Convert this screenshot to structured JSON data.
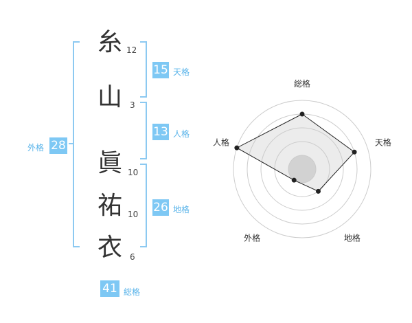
{
  "characters": [
    {
      "char": "糸",
      "strokes": "12"
    },
    {
      "char": "山",
      "strokes": "3"
    },
    {
      "char": "眞",
      "strokes": "10"
    },
    {
      "char": "祐",
      "strokes": "10"
    },
    {
      "char": "衣",
      "strokes": "6"
    }
  ],
  "fortunes": {
    "tenkaku": {
      "value": "15",
      "label": "天格"
    },
    "jinkaku": {
      "value": "13",
      "label": "人格"
    },
    "chikaku": {
      "value": "26",
      "label": "地格"
    },
    "gaikaku": {
      "value": "28",
      "label": "外格"
    },
    "soukaku": {
      "value": "41",
      "label": "総格"
    }
  },
  "colors": {
    "accent": "#7ec8f4",
    "bracket": "#8cc9f1",
    "label": "#5ab4ea"
  },
  "chart_data": {
    "type": "radar",
    "axes": [
      "総格",
      "天格",
      "地格",
      "外格",
      "人格"
    ],
    "values": [
      4,
      4,
      2,
      1,
      5
    ],
    "range": [
      0,
      5
    ],
    "rings": 5
  }
}
